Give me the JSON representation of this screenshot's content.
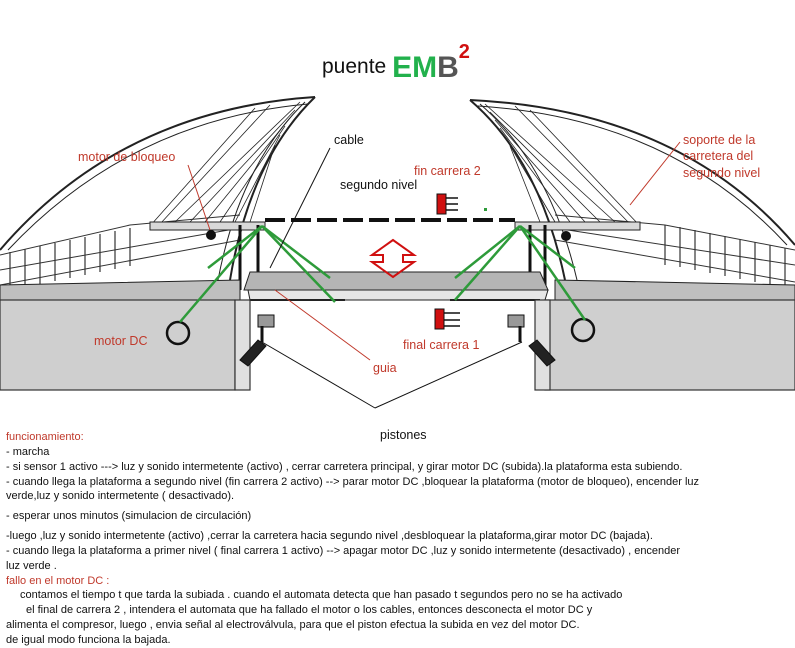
{
  "title": {
    "prefix": "puente",
    "brand_e": "E",
    "brand_m": "M",
    "brand_b": "B",
    "brand_sup": "2"
  },
  "labels": {
    "cable": "cable",
    "motor_bloqueo": "motor de bloqueo",
    "fin_carrera_2": "fin carrera 2",
    "segundo_nivel": "segundo nivel",
    "soporte_lines": [
      "soporte de la",
      "carretera del",
      "segundo nivel"
    ],
    "motor_dc": "motor DC",
    "final_carrera_1": "final carrera 1",
    "guia": "guia",
    "pistones": "pistones"
  },
  "text": {
    "heading": "funcionamiento:",
    "lines": [
      "- marcha",
      "- si sensor 1 activo ---> luz y sonido intermetente (activo) , cerrar carretera principal, y girar motor DC (subida).la plataforma esta subiendo.",
      "- cuando llega la plataforma a segundo nivel (fin carrera 2 activo) --> parar motor DC ,bloquear la plataforma (motor de bloqueo), encender luz",
      "verde,luz y sonido intermetente ( desactivado).",
      "- esperar unos minutos (simulacion de circulación)",
      "-luego ,luz y sonido intermetente (activo) ,cerrar la carretera hacia segundo nivel ,desbloquear la plataforma,girar motor DC (bajada).",
      "- cuando llega la plataforma a primer nivel ( final carrera 1 activo) --> apagar motor DC ,luz y sonido intermetente (desactivado) , encender",
      "luz verde ."
    ],
    "fallo_heading": "fallo en el motor DC :",
    "fallo_lines": [
      "contamos el tiempo t que tarda la subiada . cuando el automata detecta que han pasado t segundos pero no se ha activado",
      "el final de carrera 2 , intendera el automata que ha fallado el motor o los cables, entonces desconecta el motor DC y",
      "alimenta el compresor, luego , envia señal al electroválvula, para que el piston efectua la subida en vez del motor DC.",
      "de igual modo funciona la bajada."
    ]
  }
}
